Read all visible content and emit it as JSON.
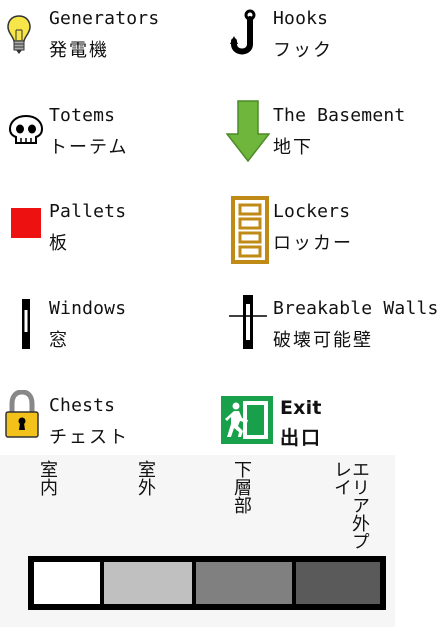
{
  "items": {
    "generators": {
      "en": "Generators",
      "ja": "発電機"
    },
    "hooks": {
      "en": "Hooks",
      "ja": "フック"
    },
    "totems": {
      "en": "Totems",
      "ja": "トーテム"
    },
    "basement": {
      "en": "The Basement",
      "ja": "地下"
    },
    "pallets": {
      "en": "Pallets",
      "ja": "板"
    },
    "lockers": {
      "en": "Lockers",
      "ja": "ロッカー"
    },
    "windows": {
      "en": "Windows",
      "ja": "窓"
    },
    "walls": {
      "en": "Breakable Walls",
      "ja": "破壊可能壁"
    },
    "chests": {
      "en": "Chests",
      "ja": "チェスト"
    },
    "exit": {
      "en": "Exit",
      "ja": "出口"
    }
  },
  "legend": {
    "labels": [
      "室内",
      "室外",
      "下層部",
      "エリア外プレイ"
    ],
    "colors": [
      "#ffffff",
      "#c0c0c0",
      "#808080",
      "#5a5a5a"
    ]
  },
  "colors": {
    "pallet": "#ee1111",
    "basement_arrow": "#6fb63c",
    "locker": "#c08a16",
    "exit_green": "#19a04a",
    "bulb": "#f7e64a"
  }
}
